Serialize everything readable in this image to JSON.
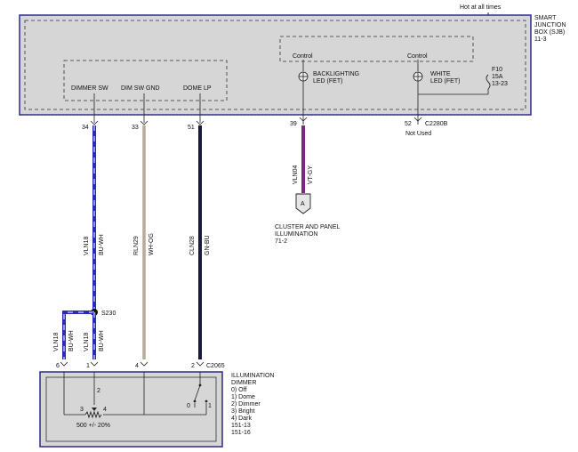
{
  "colors": {
    "box_border": "#2b2b8c",
    "box_fill": "#d6d6d6",
    "wire_blue_white": "#2a2ab8",
    "wire_white_orange": "#c8bfae",
    "wire_green_blue": "#1a1a3a",
    "wire_violet_gray": "#7a2a7a"
  },
  "top_note": "Hot at all times",
  "sjb": {
    "title_lines": [
      "SMART",
      "JUNCTION",
      "BOX (SJB)",
      "11-3"
    ],
    "fuse_lines": [
      "F10",
      "15A",
      "13-23"
    ],
    "internal": {
      "dimmer_sw": "DIMMER SW",
      "dim_sw_gnd": "DIM SW GND",
      "dome_lp": "DOME LP",
      "control_1": "Control",
      "control_2": "Control",
      "backlighting_led": [
        "BACKLIGHTING",
        "LED (FET)"
      ],
      "white_led": [
        "WHITE",
        "LED (FET)"
      ]
    },
    "pins": {
      "p34": "34",
      "p33": "33",
      "p51": "51",
      "p39": "39",
      "p52": "52"
    },
    "connector": "C2280B",
    "not_used": "Not Used"
  },
  "wires": {
    "w1": {
      "circuit": "VLN18",
      "color": "BU-WH"
    },
    "w2": {
      "circuit": "RLN29",
      "color": "WH-OG"
    },
    "w3": {
      "circuit": "CLN28",
      "color": "GN-BU"
    },
    "w4": {
      "circuit": "VLN04",
      "color": "VT-GY"
    },
    "w5": {
      "circuit": "VLN18",
      "color": "BU-WH"
    },
    "w6": {
      "circuit": "VLN18",
      "color": "BU-WH"
    }
  },
  "splice": "S230",
  "cluster": {
    "letter": "A",
    "lines": [
      "CLUSTER AND PANEL",
      "ILLUMINATION",
      "71-2"
    ]
  },
  "dimmer": {
    "connector": "C2065",
    "pins": {
      "p6": "6",
      "p1": "1",
      "p4": "4",
      "p2": "2"
    },
    "inner_pins": {
      "i2": "2",
      "i3": "3",
      "i4": "4",
      "i0": "0",
      "i1": "1"
    },
    "resistor": "500 +/- 20%",
    "title_lines": [
      "ILLUMINATION",
      "DIMMER",
      "0) Off",
      "1) Dome",
      "2) Dimmer",
      "3) Bright",
      "4) Dark",
      "151-13",
      "151-16"
    ]
  }
}
